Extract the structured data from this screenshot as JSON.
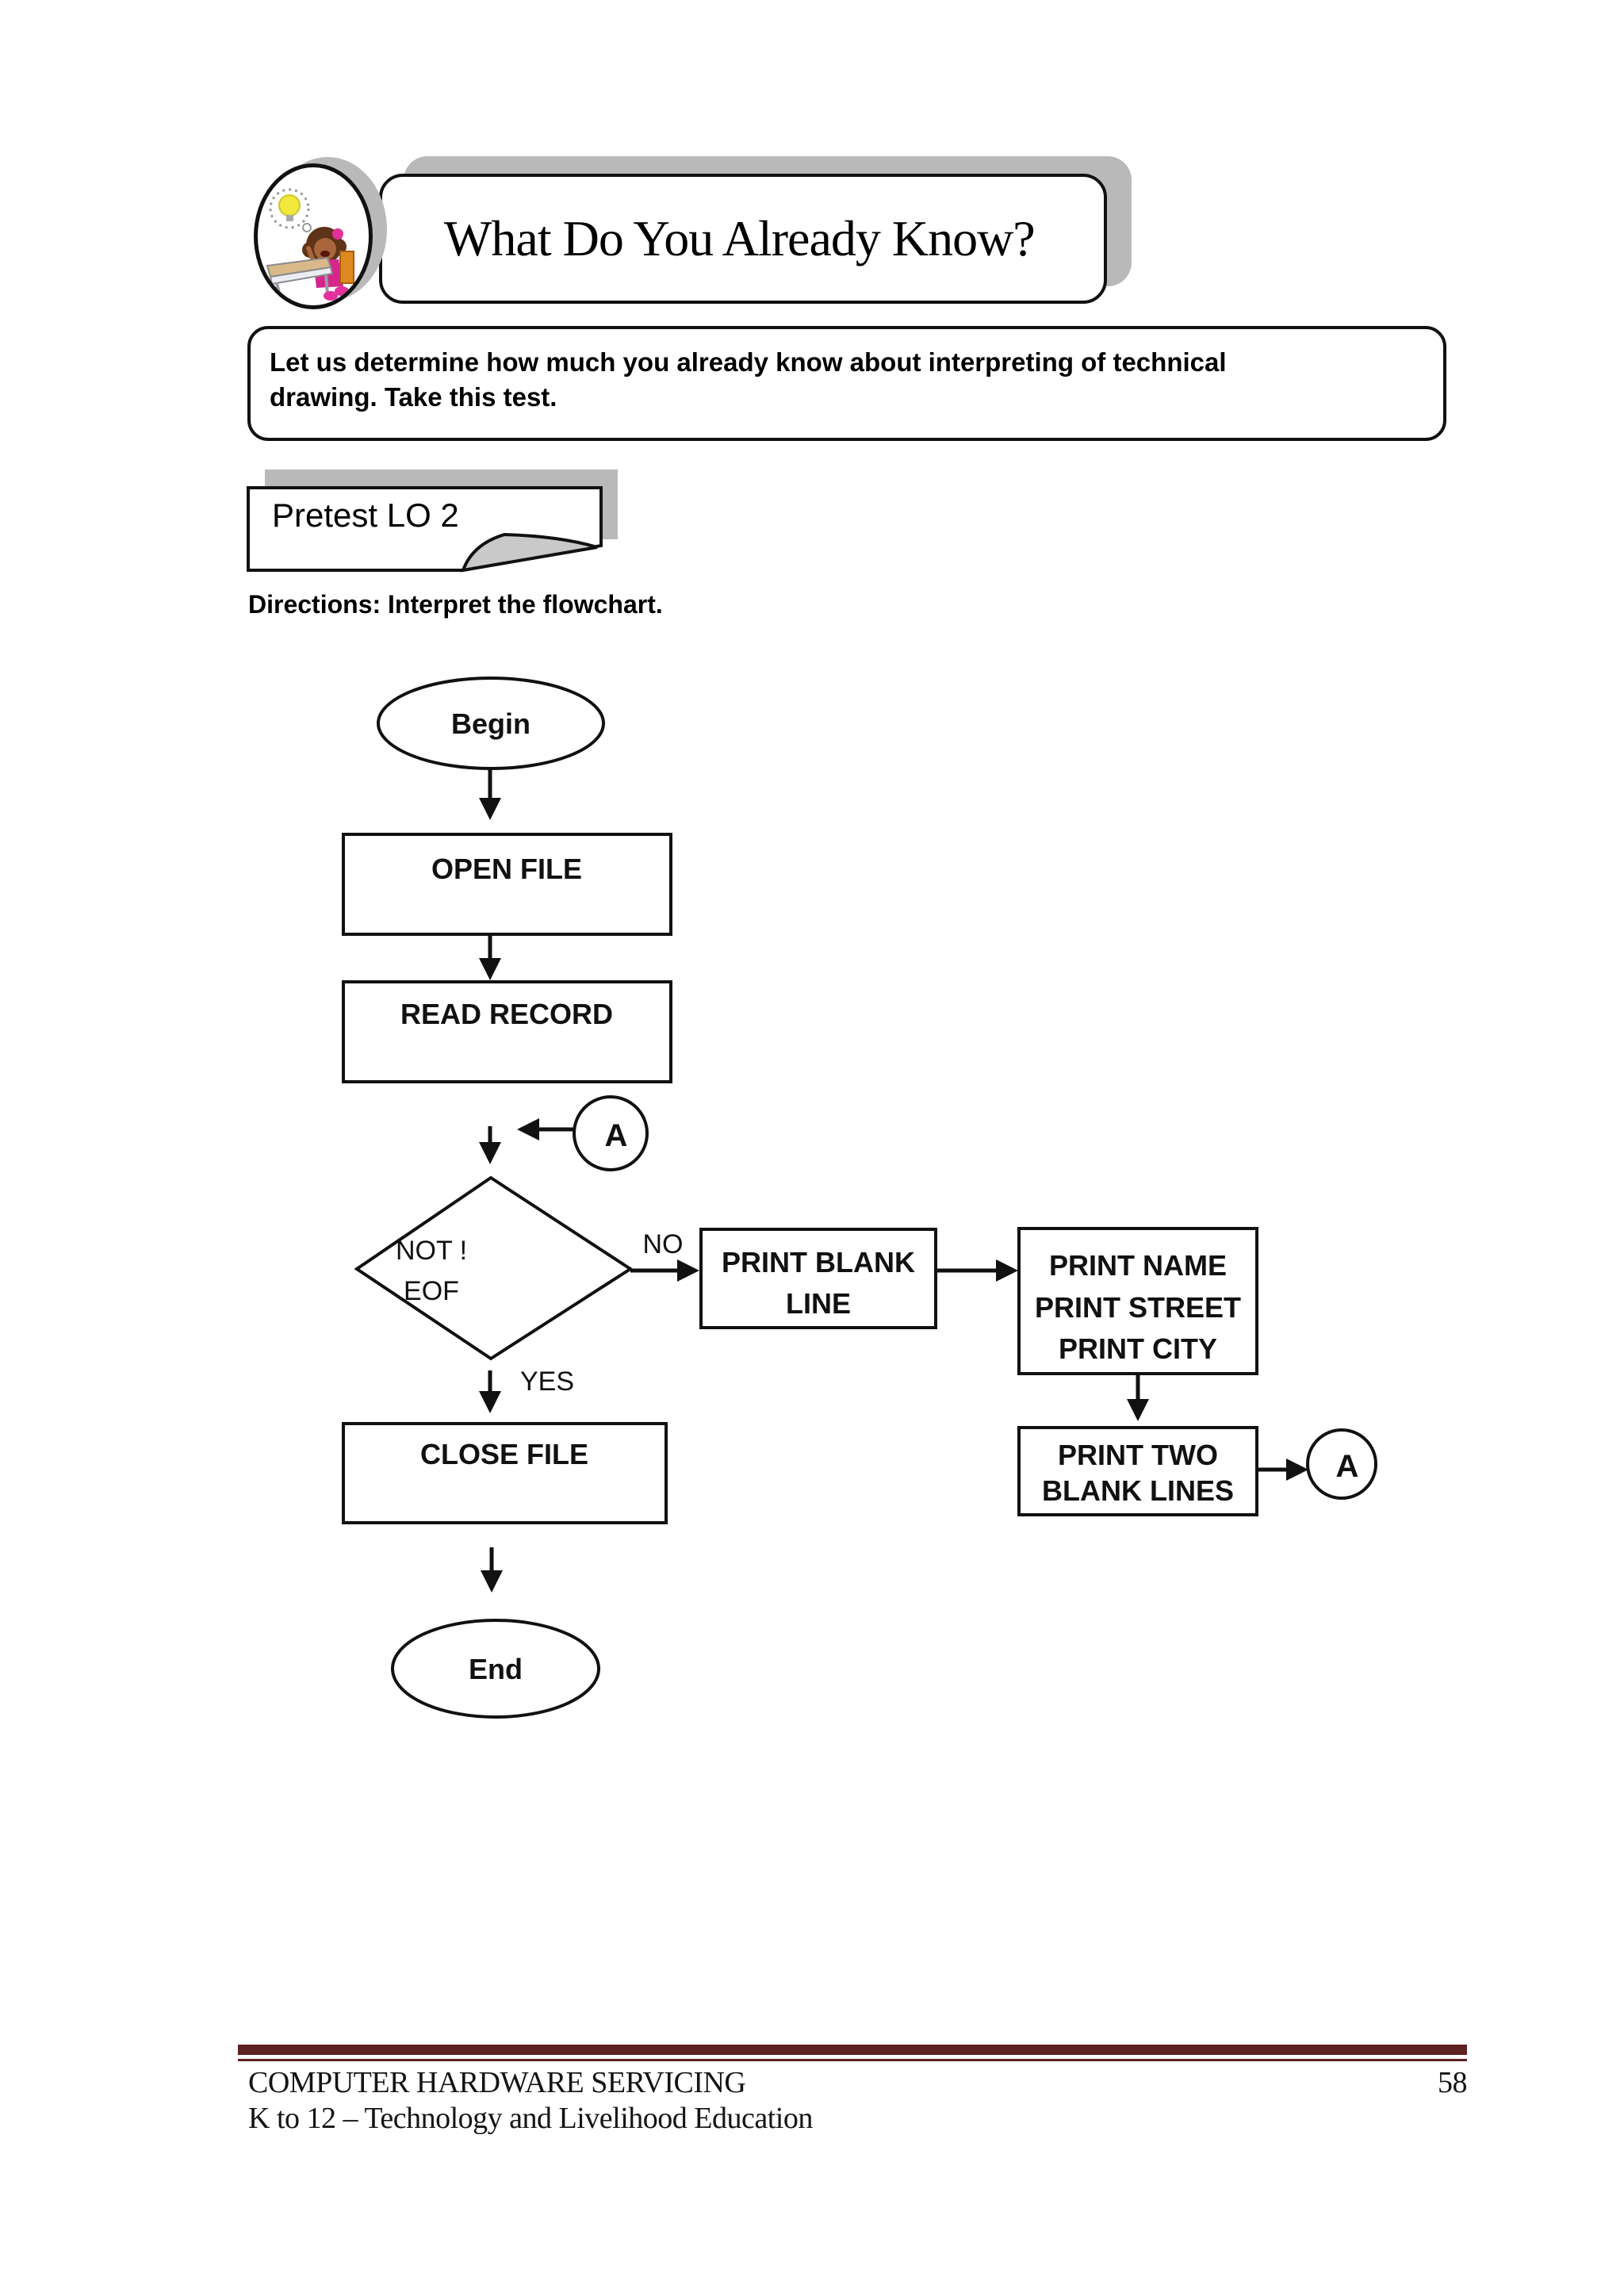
{
  "header": {
    "title": "What Do You Already Know?",
    "icon": "student-idea-icon"
  },
  "intro": {
    "text": "Let us determine how much you already know about interpreting of technical\ndrawing.  Take this test."
  },
  "pretest": {
    "label": "Pretest LO 2"
  },
  "directions": {
    "text": "Directions: Interpret the flowchart."
  },
  "flowchart": {
    "begin_label": "Begin",
    "open_file_label": "OPEN FILE",
    "read_record_label": "READ RECORD",
    "connector_label": "A",
    "decision": {
      "lines": [
        "NOT !",
        "EOF"
      ]
    },
    "edge_no": "NO",
    "edge_yes": "YES",
    "print_blank": {
      "lines": [
        "PRINT BLANK",
        "LINE"
      ]
    },
    "print_name": {
      "lines": [
        "PRINT NAME",
        "PRINT STREET",
        "PRINT CITY"
      ]
    },
    "print_two": {
      "lines": [
        "PRINT TWO",
        "BLANK LINES"
      ]
    },
    "close_file_label": "CLOSE FILE",
    "end_label": "End"
  },
  "footer": {
    "course": "COMPUTER HARDWARE SERVICING",
    "page_number": "58",
    "subtitle": "K to 12 – Technology and Livelihood Education",
    "rule_color": "#5d2120"
  }
}
